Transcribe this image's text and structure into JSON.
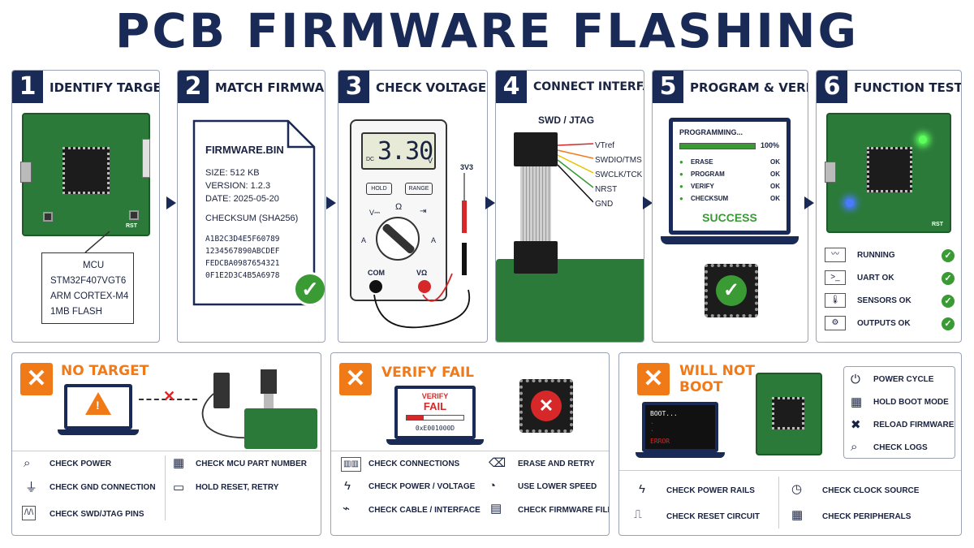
{
  "title": "PCB FIRMWARE FLASHING",
  "steps": [
    {
      "num": "1",
      "title": "IDENTIFY TARGET",
      "mcu_lines": [
        "MCU",
        "STM32F407VGT6",
        "ARM CORTEX-M4",
        "1MB FLASH"
      ],
      "rst": "RST"
    },
    {
      "num": "2",
      "title": "MATCH FIRMWARE",
      "file": "FIRMWARE.BIN",
      "size": "SIZE: 512 KB",
      "version": "VERSION: 1.2.3",
      "date": "DATE: 2025-05-20",
      "checksum_label": "CHECKSUM (SHA256)",
      "checksum_lines": [
        "A1B2C3D4E5F60789",
        "1234567890ABCDEF",
        "FEDCBA0987654321",
        "0F1E2D3C4B5A6978"
      ]
    },
    {
      "num": "3",
      "title": "CHECK VOLTAGE",
      "reading": "3.30",
      "dc": "DC",
      "unit": "V",
      "hold": "HOLD",
      "range": "RANGE",
      "com": "COM",
      "vohm": "VΩ",
      "v3": "3V3",
      "dial_v": "V⎓",
      "dial_ohm": "Ω",
      "dial_diode": "⇥",
      "dial_a": "A",
      "dial_ac": "A"
    },
    {
      "num": "4",
      "title": "CONNECT INTERFACE",
      "subtitle": "SWD / JTAG",
      "pins": [
        "VTref",
        "SWDIO/TMS",
        "SWCLK/TCK",
        "NRST",
        "GND"
      ]
    },
    {
      "num": "5",
      "title": "PROGRAM & VERIFY",
      "programming": "PROGRAMMING...",
      "percent": "100%",
      "progress": 1.0,
      "rows": [
        {
          "label": "ERASE",
          "status": "OK"
        },
        {
          "label": "PROGRAM",
          "status": "OK"
        },
        {
          "label": "VERIFY",
          "status": "OK"
        },
        {
          "label": "CHECKSUM",
          "status": "OK"
        }
      ],
      "success": "SUCCESS"
    },
    {
      "num": "6",
      "title": "FUNCTION TEST",
      "rst": "RST",
      "tests": [
        {
          "icon": "waveform-icon",
          "label": "RUNNING"
        },
        {
          "icon": "terminal-icon",
          "label": "UART OK"
        },
        {
          "icon": "thermometer-icon",
          "label": "SENSORS OK"
        },
        {
          "icon": "outputs-icon",
          "label": "OUTPUTS OK"
        }
      ]
    }
  ],
  "failures": [
    {
      "title": "NO TARGET",
      "checks_left": [
        "CHECK POWER",
        "CHECK GND CONNECTION",
        "CHECK SWD/JTAG PINS"
      ],
      "checks_right": [
        "CHECK MCU PART NUMBER",
        "HOLD RESET, RETRY"
      ]
    },
    {
      "title": "VERIFY FAIL",
      "screen_title": "VERIFY",
      "screen_fail": "FAIL",
      "address": "0xE001000D",
      "checks_left": [
        "CHECK CONNECTIONS",
        "CHECK POWER / VOLTAGE",
        "CHECK CABLE / INTERFACE"
      ],
      "checks_right": [
        "ERASE AND RETRY",
        "USE LOWER SPEED",
        "CHECK FIRMWARE FILE"
      ]
    },
    {
      "title_1": "WILL NOT",
      "title_2": "BOOT",
      "boot": "BOOT...",
      "error": "ERROR",
      "actions": [
        "POWER CYCLE",
        "HOLD BOOT MODE",
        "RELOAD FIRMWARE",
        "CHECK LOGS"
      ],
      "checks_left": [
        "CHECK POWER RAILS",
        "CHECK RESET CIRCUIT"
      ],
      "checks_right": [
        "CHECK CLOCK SOURCE",
        "CHECK PERIPHERALS"
      ]
    }
  ],
  "colors": {
    "navy": "#182a55",
    "green": "#3a9a34",
    "orange": "#f07a18",
    "red": "#d62828",
    "pcb": "#2c7a3a"
  }
}
